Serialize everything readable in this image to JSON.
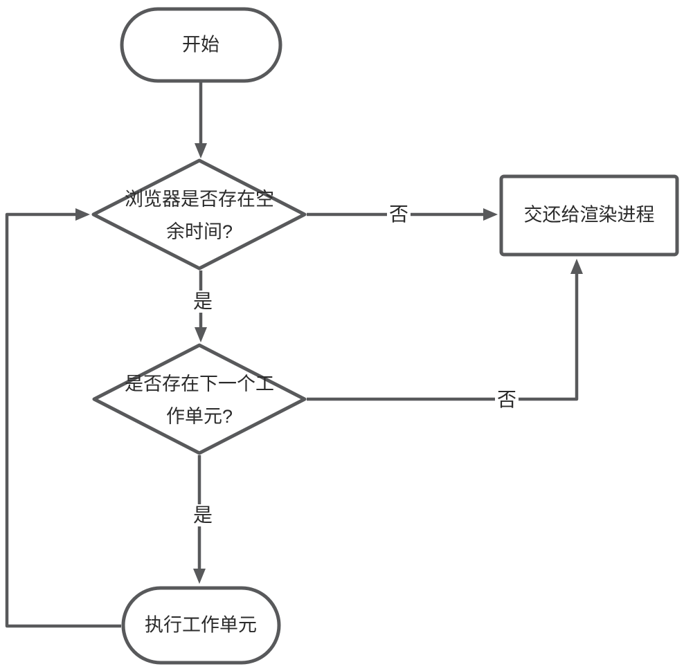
{
  "diagram": {
    "background_color": "#ffffff",
    "stroke_color": "#58595b",
    "text_color": "#2b2b2b",
    "nodes": {
      "start": {
        "shape": "stadium",
        "label": "开始"
      },
      "decision_idle_time": {
        "shape": "diamond",
        "label": "浏览器是否存在空余时间?"
      },
      "return_to_render_process": {
        "shape": "rectangle",
        "label": "交还给渲染进程"
      },
      "decision_next_work_unit": {
        "shape": "diamond",
        "label": "是否存在下一个工作单元?"
      },
      "execute_work_unit": {
        "shape": "stadium",
        "label": "执行工作单元"
      }
    },
    "edge_labels": {
      "idle_no": "否",
      "idle_yes": "是",
      "next_no": "否",
      "next_yes": "是"
    }
  }
}
